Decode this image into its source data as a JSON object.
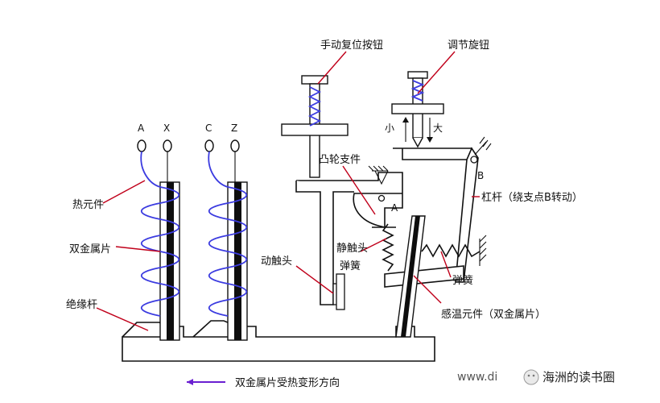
{
  "labels": {
    "manual_reset_button": "手动复位按钮",
    "adjust_knob": "调节旋钮",
    "small": "小",
    "large": "大",
    "cam_support": "凸轮支件",
    "point_a": "A",
    "point_b": "B",
    "lever": "杠杆（绕支点B转动）",
    "heating_element": "热元件",
    "bimetal_strip": "双金属片",
    "moving_contact": "动触头",
    "static_contact": "静触头",
    "spring_left": "弹簧",
    "spring_right": "弹簧",
    "insulating_rod": "绝缘杆",
    "temp_sensing_element": "感温元件（双金属片）",
    "terminal_a": "A",
    "terminal_x": "X",
    "terminal_c": "C",
    "terminal_z": "Z"
  },
  "legend": {
    "text": "双金属片受热变形方向"
  },
  "watermark": {
    "url": "www.di",
    "brand": "海洲的读书圈"
  },
  "colors": {
    "leader": "#c0001a",
    "coil": "#3b3be0",
    "legend_arrow": "#6a1fd1"
  }
}
